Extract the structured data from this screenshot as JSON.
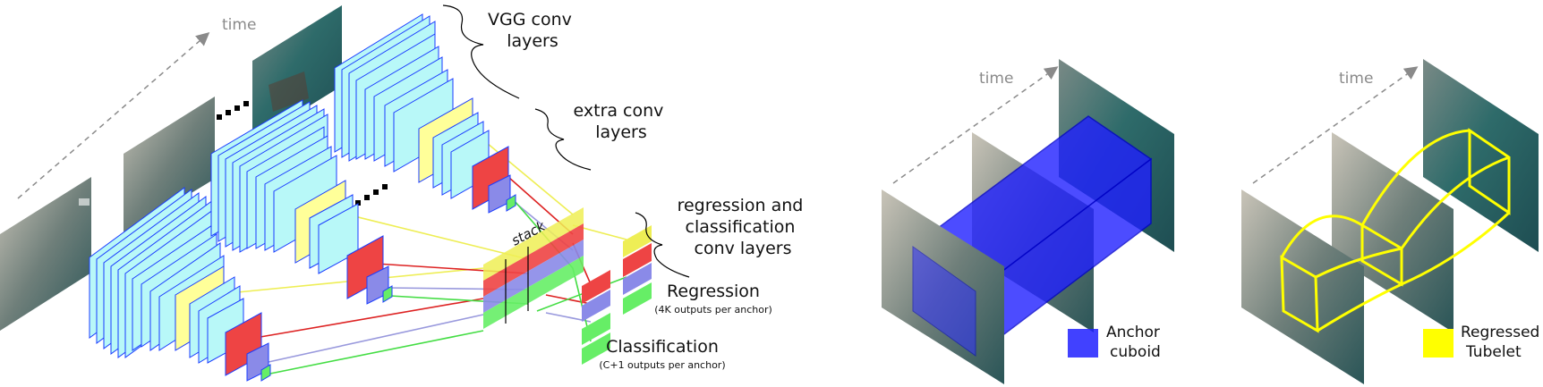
{
  "left_panel": {
    "time_label": "time",
    "vgg_label_line1": "VGG conv",
    "vgg_label_line2": "layers",
    "extra_label_line1": "extra conv",
    "extra_label_line2": "layers",
    "regcls_label_line1": "regression and",
    "regcls_label_line2": "classification",
    "regcls_label_line3": "conv layers",
    "stack_label": "stack",
    "regression_label": "Regression",
    "regression_sub": "(4K outputs per anchor)",
    "classification_label": "Classification",
    "classification_sub": "(C+1 outputs per anchor)"
  },
  "middle_panel": {
    "time_label": "time",
    "legend_line1": "Anchor",
    "legend_line2": "cuboid",
    "legend_color": "#2020ff"
  },
  "right_panel": {
    "time_label": "time",
    "legend_line1": "Regressed",
    "legend_line2": "Tubelet",
    "legend_color": "#ffff00"
  },
  "colors": {
    "conv_fill": "#b8f8f8",
    "conv_stroke": "#1a3cff",
    "extra_fill": "#ffff99",
    "reg_fill": "#ee4444",
    "cls_fill": "#8a8ae8",
    "green_fill": "#66ee66",
    "yellow_line": "#eeee55",
    "red_line": "#dd2222",
    "blue_line": "#9999dd",
    "green_line": "#44dd44"
  }
}
